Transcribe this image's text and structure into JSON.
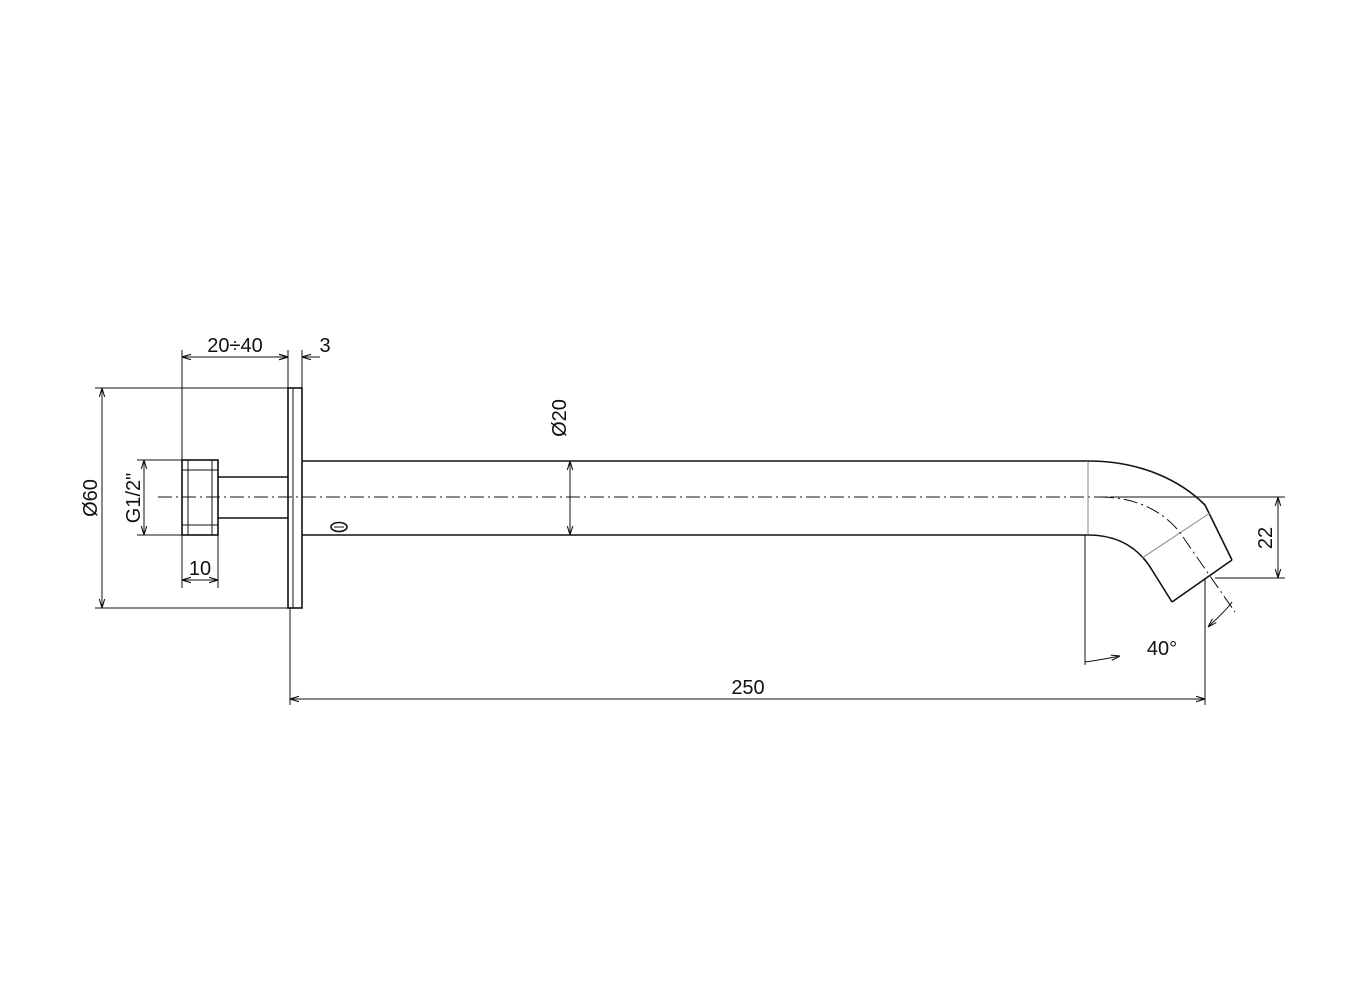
{
  "dimensions": {
    "insert_depth": "20÷40",
    "flange_thickness": "3",
    "spout_diameter": "Ø20",
    "rosette_diameter": "Ø60",
    "thread": "G1/2\"",
    "connector_length": "10",
    "outlet_drop": "22",
    "outlet_angle": "40°",
    "projection": "250"
  },
  "colors": {
    "line": "#111111",
    "background": "#ffffff",
    "hidden": "#888888"
  }
}
